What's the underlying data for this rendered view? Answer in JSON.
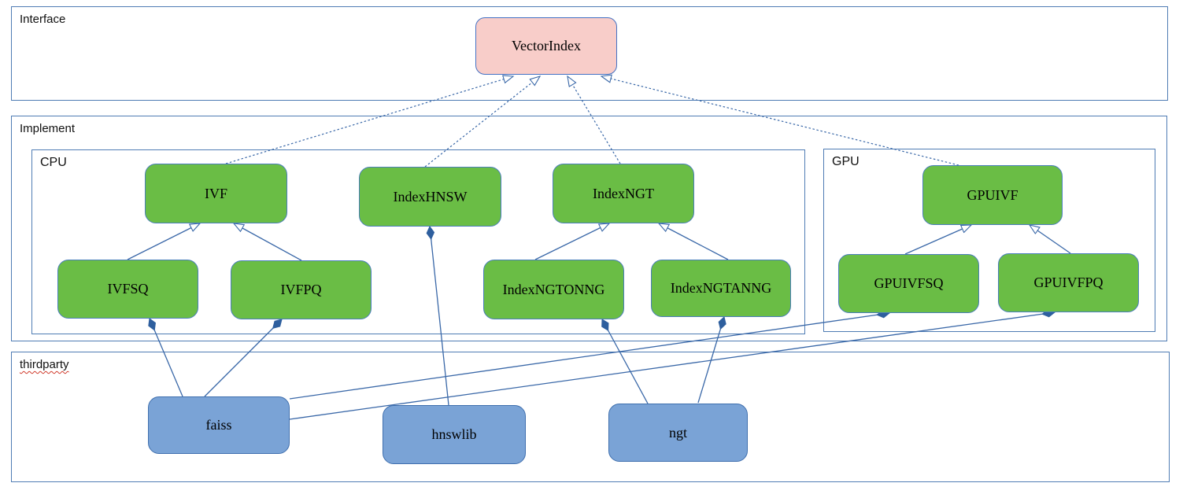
{
  "diagram": {
    "containers": {
      "interface": {
        "label": "Interface"
      },
      "implement": {
        "label": "Implement"
      },
      "cpu": {
        "label": "CPU"
      },
      "gpu": {
        "label": "GPU"
      },
      "thirdparty": {
        "label": "thirdparty"
      }
    },
    "nodes": {
      "vectorindex": {
        "label": "VectorIndex",
        "kind": "interface"
      },
      "ivf": {
        "label": "IVF",
        "kind": "cpu-implementation"
      },
      "indexhnsw": {
        "label": "IndexHNSW",
        "kind": "cpu-implementation"
      },
      "indexngt": {
        "label": "IndexNGT",
        "kind": "cpu-implementation"
      },
      "gpuivf": {
        "label": "GPUIVF",
        "kind": "gpu-implementation"
      },
      "ivfsq": {
        "label": "IVFSQ",
        "kind": "cpu-implementation"
      },
      "ivfpq": {
        "label": "IVFPQ",
        "kind": "cpu-implementation"
      },
      "indexngtonng": {
        "label": "IndexNGTONNG",
        "kind": "cpu-implementation"
      },
      "indexngtanng": {
        "label": "IndexNGTANNG",
        "kind": "cpu-implementation"
      },
      "gpuivfsq": {
        "label": "GPUIVFSQ",
        "kind": "gpu-implementation"
      },
      "gpuivfpq": {
        "label": "GPUIVFPQ",
        "kind": "gpu-implementation"
      },
      "faiss": {
        "label": "faiss",
        "kind": "thirdparty-library"
      },
      "hnswlib": {
        "label": "hnswlib",
        "kind": "thirdparty-library"
      },
      "ngt": {
        "label": "ngt",
        "kind": "thirdparty-library"
      }
    },
    "relationships": [
      {
        "from": "IVF",
        "to": "VectorIndex",
        "type": "realization-dashed-hollow-arrow"
      },
      {
        "from": "IndexHNSW",
        "to": "VectorIndex",
        "type": "realization-dashed-hollow-arrow"
      },
      {
        "from": "IndexNGT",
        "to": "VectorIndex",
        "type": "realization-dashed-hollow-arrow"
      },
      {
        "from": "GPUIVF",
        "to": "VectorIndex",
        "type": "realization-dashed-hollow-arrow"
      },
      {
        "from": "IVFSQ",
        "to": "IVF",
        "type": "generalization-hollow-arrow"
      },
      {
        "from": "IVFPQ",
        "to": "IVF",
        "type": "generalization-hollow-arrow"
      },
      {
        "from": "IndexNGTONNG",
        "to": "IndexNGT",
        "type": "generalization-hollow-arrow"
      },
      {
        "from": "IndexNGTANNG",
        "to": "IndexNGT",
        "type": "generalization-hollow-arrow"
      },
      {
        "from": "GPUIVFSQ",
        "to": "GPUIVF",
        "type": "generalization-hollow-arrow"
      },
      {
        "from": "GPUIVFPQ",
        "to": "GPUIVF",
        "type": "generalization-hollow-arrow"
      },
      {
        "from": "faiss",
        "to": "IVFSQ",
        "type": "composition-filled-diamond"
      },
      {
        "from": "faiss",
        "to": "IVFPQ",
        "type": "composition-filled-diamond"
      },
      {
        "from": "faiss",
        "to": "GPUIVFSQ",
        "type": "composition-filled-diamond"
      },
      {
        "from": "faiss",
        "to": "GPUIVFPQ",
        "type": "composition-filled-diamond"
      },
      {
        "from": "hnswlib",
        "to": "IndexHNSW",
        "type": "composition-filled-diamond"
      },
      {
        "from": "ngt",
        "to": "IndexNGTONNG",
        "type": "composition-filled-diamond"
      },
      {
        "from": "ngt",
        "to": "IndexNGTANNG",
        "type": "composition-filled-diamond"
      }
    ],
    "colors": {
      "implementation_node_fill": "#6abd45",
      "thirdparty_node_fill": "#7aa3d6",
      "interface_node_fill": "#f8cdc9",
      "edge_line": "#3a68a8",
      "diamond_fill": "#2e5f9e",
      "container_border": "#4f7cb4",
      "text": "#000000",
      "spellcheck_underline": "#d03a2b"
    }
  }
}
